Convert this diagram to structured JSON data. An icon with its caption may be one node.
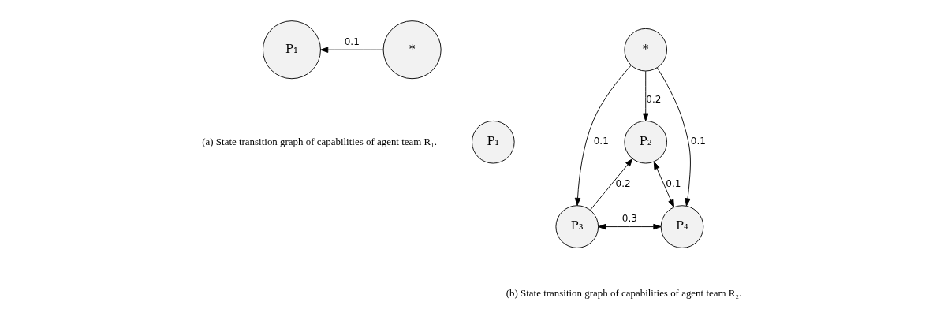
{
  "diagram": {
    "nodes": [
      {
        "text": [
          "*"
        ]
      },
      {
        "text": [
          "P₁"
        ]
      },
      {
        "text": [
          "P₁"
        ]
      },
      {
        "text": [
          "P₂"
        ]
      },
      {
        "text": [
          "*"
        ]
      },
      {
        "text": [
          "P₃"
        ]
      },
      {
        "text": [
          "P₄"
        ]
      }
    ],
    "edges": [
      {
        "from": 0,
        "to": 1,
        "arrow": "to",
        "label": "0.1"
      },
      {
        "from": 5,
        "to": 3,
        "arrow": "to",
        "label": "0.2"
      },
      {
        "from": 4,
        "to": 3,
        "arrow": "to",
        "label": "0.2"
      },
      {
        "from": 3,
        "to": 6,
        "arrow": "both",
        "label": "0.1"
      },
      {
        "from": 4,
        "to": 5,
        "arrow": "to",
        "label": "0.1"
      },
      {
        "from": 4,
        "to": 6,
        "arrow": "to",
        "label": "0.1"
      },
      {
        "from": 5,
        "to": 6,
        "arrow": "both",
        "label": "0.3"
      }
    ],
    "labels": [
      "(a) State transition graph of capabilities of agent team R₁.",
      "(b) State transition graph of capabilities of agent team R₂."
    ]
  }
}
